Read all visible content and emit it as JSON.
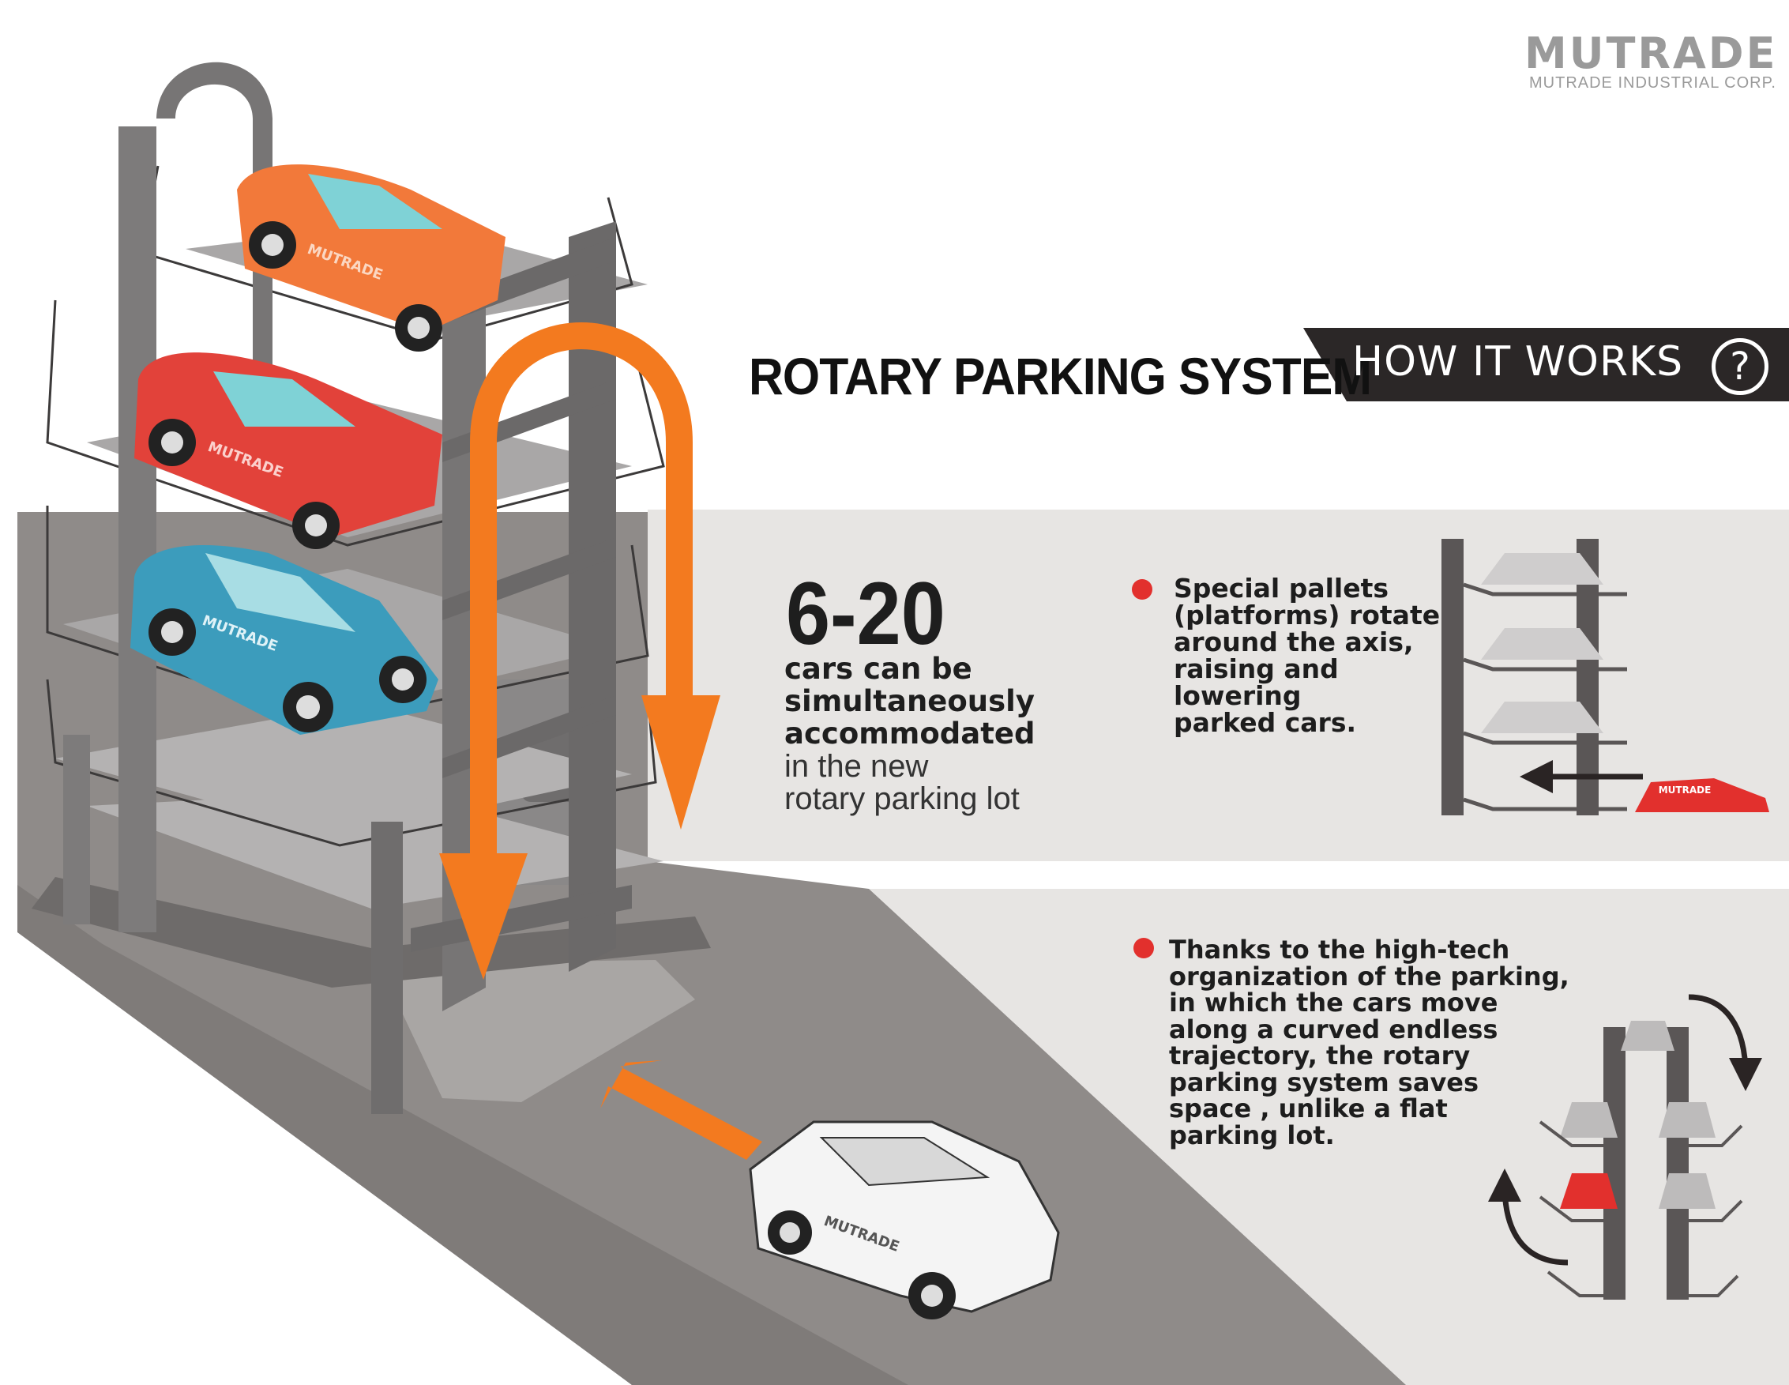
{
  "brand": {
    "name": "MUTRADE",
    "subtitle": "MUTRADE INDUSTRIAL CORP."
  },
  "header": {
    "title": "ROTARY PARKING SYSTEM",
    "badge_label": "HOW IT WORKS",
    "help_glyph": "?"
  },
  "capacity": {
    "range": "6-20",
    "lines_bold": [
      "cars can be",
      "simultaneously",
      "accommodated"
    ],
    "lines_light": [
      "in the new",
      "rotary parking lot"
    ]
  },
  "facts": [
    {
      "text": "Special pallets\n(platforms) rotate\naround the axis,\nraising and\nlowering\nparked cars."
    },
    {
      "text": "Thanks to the high-tech\norganization of the parking,\nin which the cars move\nalong a curved endless\ntrajectory, the rotary\nparking system saves\nspace ,   unlike a flat\nparking lot."
    }
  ],
  "car_livery": "MUTRADE",
  "icons": [
    "help-circle-icon",
    "rotation-arrow-icon",
    "entry-arrow-icon",
    "bullet-dot-icon"
  ],
  "colors": {
    "accent_orange": "#f37a1f",
    "car_orange": "#f2793a",
    "car_red": "#e2423a",
    "car_blue": "#3c9cbc",
    "bullet_red": "#e2302d",
    "badge_dark": "#2b2727",
    "panel_grey": "#e7e5e3",
    "road_grey": "#8f8b89",
    "frame_grey": "#7d7b7b"
  }
}
